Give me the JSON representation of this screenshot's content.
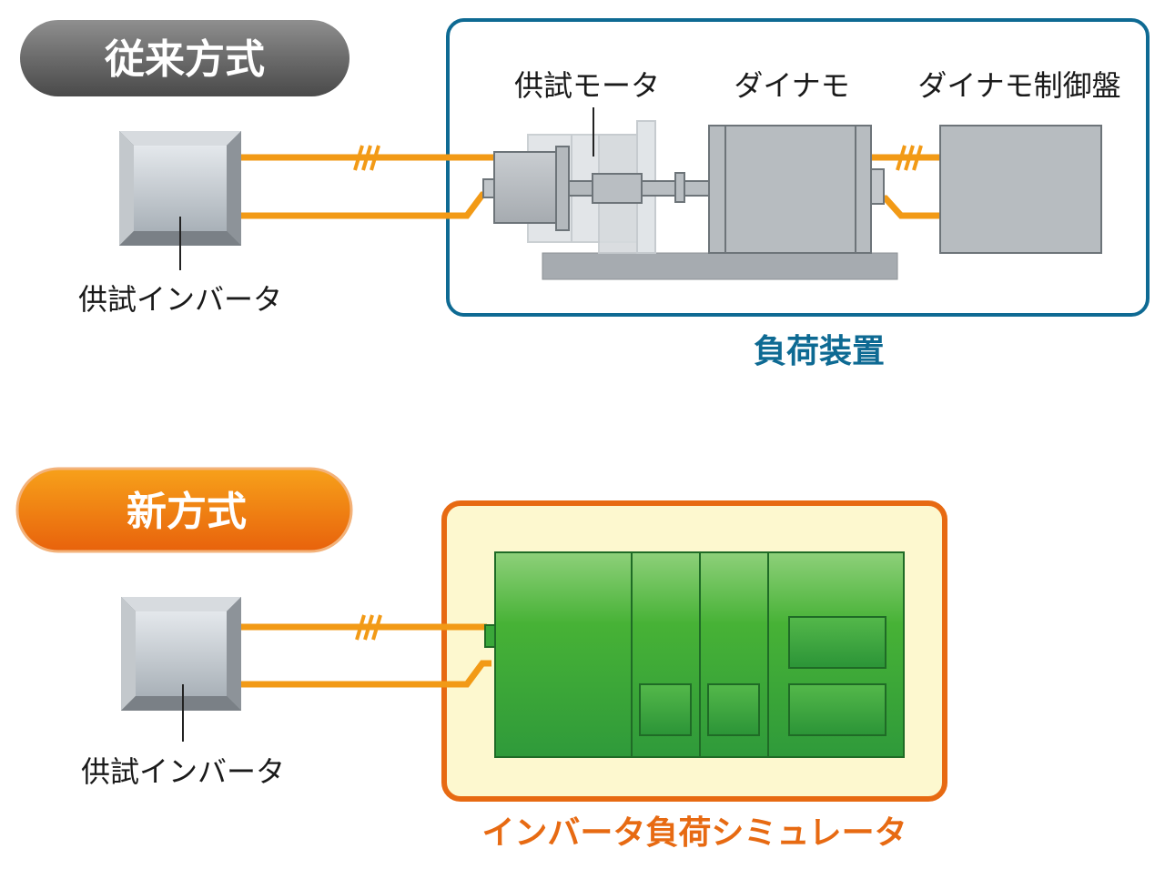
{
  "conventional": {
    "title": "従来方式",
    "inverter_label": "供試インバータ",
    "motor_label": "供試モータ",
    "dynamo_label": "ダイナモ",
    "controller_label": "ダイナモ制御盤",
    "caption": "負荷装置"
  },
  "new_method": {
    "title": "新方式",
    "inverter_label": "供試インバータ",
    "caption": "インバータ負荷シミュレータ"
  },
  "colors": {
    "cable": "#f29a16",
    "conventional_frame": "#0e6a93",
    "new_frame": "#e76a12",
    "new_frame_fill": "#fdf8cf",
    "simulator_green": "#3aa83a"
  }
}
